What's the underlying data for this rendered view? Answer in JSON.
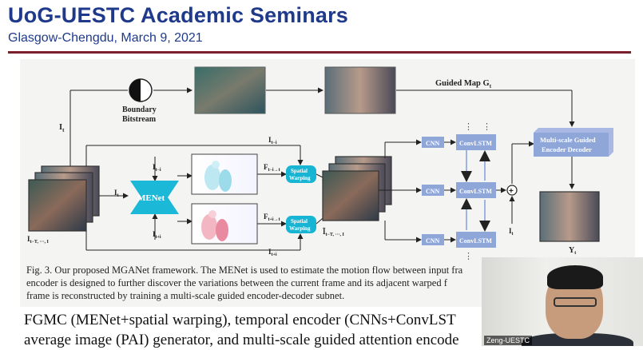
{
  "header": {
    "title": "UoG-UESTC Academic Seminars",
    "subtitle": "Glasgow-Chengdu, March 9, 2021"
  },
  "diagram": {
    "boundary_label_1": "Boundary",
    "boundary_label_2": "Bitstream",
    "guided_map_label": "Guided Map G",
    "guided_map_sub": "t",
    "it_label": "I",
    "it_sub": "t",
    "it_minus_label": "I",
    "it_minus_sub": "t−i",
    "it_plus_sub": "t+i",
    "menet_label": "MENet",
    "flow_minus_label": "F",
    "flow_minus_sub": "t−i→t",
    "flow_plus_label": "F",
    "flow_plus_sub": "t+i→t",
    "spatial_warping_1": "Spatial",
    "spatial_warping_2": "Warping",
    "input_seq_label": "I",
    "input_seq_text": "t−T, ···, I",
    "warped_seq_label": "Ĩ",
    "cnn_label": "CNN",
    "convlstm_label": "ConvLSTM",
    "decoder_label_1": "Multi-scale Guided",
    "decoder_label_2": "Encoder Decoder",
    "output_label": "Y",
    "output_sub": "t",
    "dots": "⋮",
    "plus": "+"
  },
  "caption": {
    "line1": "Fig. 3. Our proposed MGANet framework. The MENet is used to estimate the motion flow between input fra",
    "line2": "encoder is designed to further discover the variations between the current frame and its adjacent warped f",
    "line3": "frame is reconstructed by training a multi-scale guided encoder-decoder subnet."
  },
  "bottom_text": {
    "line1": "FGMC (MENet+spatial warping), temporal encoder (CNNs+ConvLST",
    "line2": "average image (PAI) generator, and multi-scale guided attention encode"
  },
  "video": {
    "participant_name": "Zeng-UESTC"
  },
  "colors": {
    "title_blue": "#1f3a8a",
    "rule_maroon": "#7a1f2b",
    "menet_cyan": "#1cb8d8",
    "box_blue": "#8fa6d9"
  }
}
